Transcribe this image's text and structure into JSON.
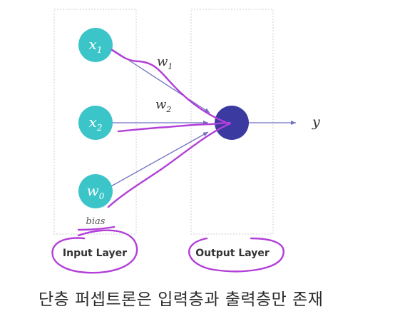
{
  "diagram": {
    "nodes": {
      "x1": {
        "main": "x",
        "sub": "1"
      },
      "x2": {
        "main": "x",
        "sub": "2"
      },
      "w0": {
        "main": "w",
        "sub": "0"
      }
    },
    "weights": {
      "w1": {
        "main": "w",
        "sub": "1"
      },
      "w2": {
        "main": "w",
        "sub": "2"
      }
    },
    "output_label": "y",
    "bias_label": "bias",
    "input_layer_label": "Input Layer",
    "output_layer_label": "Output Layer",
    "colors": {
      "input_node": "#3cc5c9",
      "output_node": "#3b3aa0",
      "connection": "#6d6fc0",
      "annotation": "#b23fd8",
      "layer_box": "#c9c9c9"
    }
  },
  "caption": "단층 퍼셉트론은 입력층과 출력층만 존재"
}
